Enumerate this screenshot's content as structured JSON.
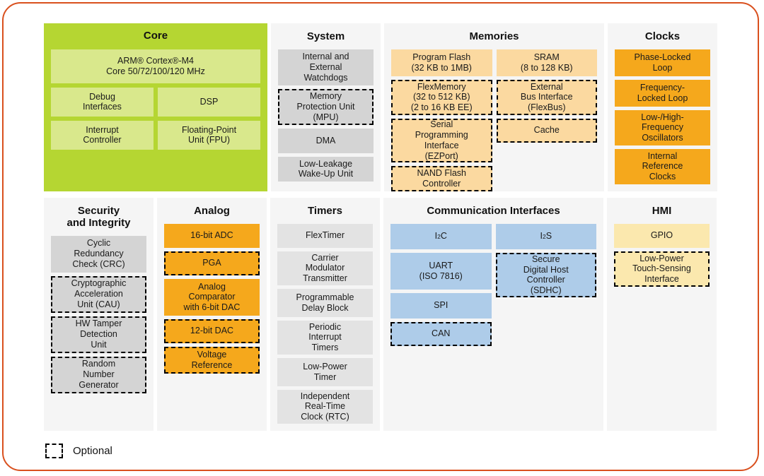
{
  "legend": {
    "optional_label": "Optional"
  },
  "colors": {
    "frame_border": "#d9501e",
    "panel_background": "#f5f5f5",
    "core_panel": "#b5d632",
    "core_block": "#d9e88c",
    "system_block": "#d4d4d4",
    "timers_block": "#e3e3e3",
    "memories_block": "#fbd9a0",
    "clocks_block": "#f5a81c",
    "analog_block": "#f5a81c",
    "comm_block": "#aecce9",
    "hmi_block": "#fbe8ae",
    "security_block": "#d4d4d4",
    "optional_border": "#000000"
  },
  "panels": {
    "core": {
      "title": "Core",
      "blocks": {
        "cpu": {
          "label": "ARM® Cortex®-M4\nCore 50/72/100/120 MHz",
          "optional": false
        },
        "debug": {
          "label": "Debug\nInterfaces",
          "optional": false
        },
        "dsp": {
          "label": "DSP",
          "optional": false
        },
        "interrupt": {
          "label": "Interrupt\nController",
          "optional": false
        },
        "fpu": {
          "label": "Floating-Point\nUnit (FPU)",
          "optional": false
        }
      }
    },
    "system": {
      "title": "System",
      "blocks": [
        {
          "label": "Internal and\nExternal\nWatchdogs",
          "optional": false
        },
        {
          "label": "Memory\nProtection Unit\n(MPU)",
          "optional": true
        },
        {
          "label": "DMA",
          "optional": false
        },
        {
          "label": "Low-Leakage\nWake-Up Unit",
          "optional": false
        }
      ]
    },
    "memories": {
      "title": "Memories",
      "left_column": [
        {
          "label": "Program Flash\n(32 KB to 1MB)",
          "optional": false
        },
        {
          "label": "FlexMemory\n(32 to 512 KB)\n(2 to 16 KB EE)",
          "optional": true
        },
        {
          "label": "Serial\nProgramming\nInterface\n(EZPort)",
          "optional": true
        },
        {
          "label": "NAND Flash\nController",
          "optional": true
        }
      ],
      "right_column": [
        {
          "label": "SRAM\n(8 to 128 KB)",
          "optional": false
        },
        {
          "label": "External\nBus Interface\n(FlexBus)",
          "optional": true
        },
        {
          "label": "Cache",
          "optional": true
        }
      ]
    },
    "clocks": {
      "title": "Clocks",
      "blocks": [
        {
          "label": "Phase-Locked\nLoop",
          "optional": false
        },
        {
          "label": "Frequency-\nLocked Loop",
          "optional": false
        },
        {
          "label": "Low-/High-\nFrequency\nOscillators",
          "optional": false
        },
        {
          "label": "Internal\nReference\nClocks",
          "optional": false
        }
      ]
    },
    "security": {
      "title": "Security\nand Integrity",
      "blocks": [
        {
          "label": "Cyclic\nRedundancy\nCheck (CRC)",
          "optional": false
        },
        {
          "label": "Cryptographic\nAcceleration\nUnit (CAU)",
          "optional": true
        },
        {
          "label": "HW Tamper\nDetection\nUnit",
          "optional": true
        },
        {
          "label": "Random\nNumber\nGenerator",
          "optional": true
        }
      ]
    },
    "analog": {
      "title": "Analog",
      "blocks": [
        {
          "label": "16-bit ADC",
          "optional": false
        },
        {
          "label": "PGA",
          "optional": true
        },
        {
          "label": "Analog\nComparator\nwith 6-bit DAC",
          "optional": false
        },
        {
          "label": "12-bit DAC",
          "optional": true
        },
        {
          "label": "Voltage\nReference",
          "optional": true
        }
      ]
    },
    "timers": {
      "title": "Timers",
      "blocks": [
        {
          "label": "FlexTimer",
          "optional": false
        },
        {
          "label": "Carrier\nModulator\nTransmitter",
          "optional": false
        },
        {
          "label": "Programmable\nDelay Block",
          "optional": false
        },
        {
          "label": "Periodic\nInterrupt\nTimers",
          "optional": false
        },
        {
          "label": "Low-Power\nTimer",
          "optional": false
        },
        {
          "label": "Independent\nReal-Time\nClock (RTC)",
          "optional": false
        }
      ]
    },
    "communication": {
      "title": "Communication Interfaces",
      "left_column": [
        {
          "label": "I2C",
          "superscript": true,
          "optional": false
        },
        {
          "label": "UART\n(ISO 7816)",
          "optional": false
        },
        {
          "label": "SPI",
          "optional": false
        },
        {
          "label": "CAN",
          "optional": true
        }
      ],
      "right_column": [
        {
          "label": "I2S",
          "superscript": true,
          "optional": false
        },
        {
          "label": "Secure\nDigital Host\nController\n(SDHC)",
          "optional": true
        }
      ]
    },
    "hmi": {
      "title": "HMI",
      "blocks": [
        {
          "label": "GPIO",
          "optional": false
        },
        {
          "label": "Low-Power\nTouch-Sensing\nInterface",
          "optional": true
        }
      ]
    }
  }
}
